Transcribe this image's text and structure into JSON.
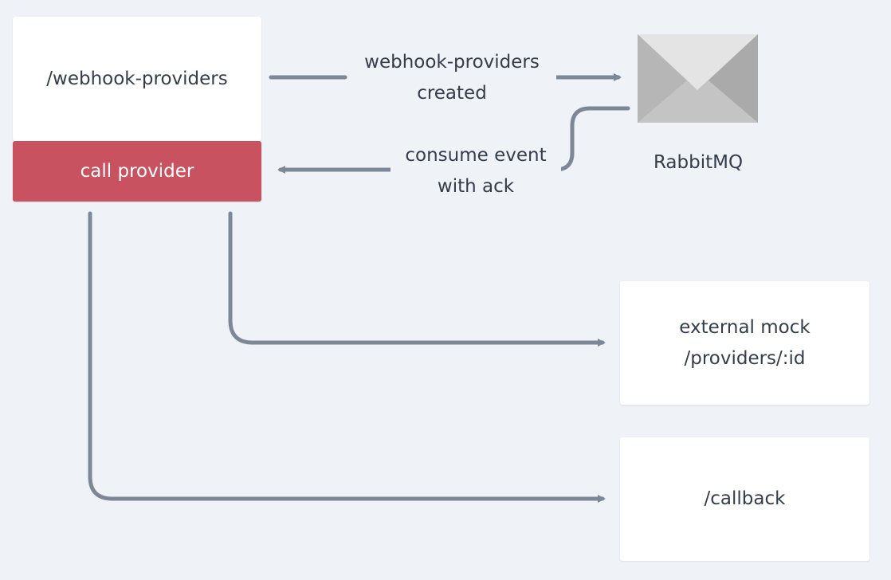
{
  "nodes": {
    "webhook_providers": {
      "label": "/webhook-providers"
    },
    "call_provider": {
      "label": "call provider",
      "color": "#c8525f"
    },
    "external_mock": {
      "line1": "external mock",
      "line2": "/providers/:id"
    },
    "callback": {
      "label": "/callback"
    },
    "rabbitmq": {
      "label": "RabbitMQ",
      "icon": "envelope-icon"
    }
  },
  "edges": {
    "created": {
      "line1": "webhook-providers",
      "line2": "created"
    },
    "consume": {
      "line1": "consume event",
      "line2": "with ack"
    }
  },
  "colors": {
    "background": "#eff2f6",
    "edge": "#7c8896",
    "text": "#333d4b"
  }
}
